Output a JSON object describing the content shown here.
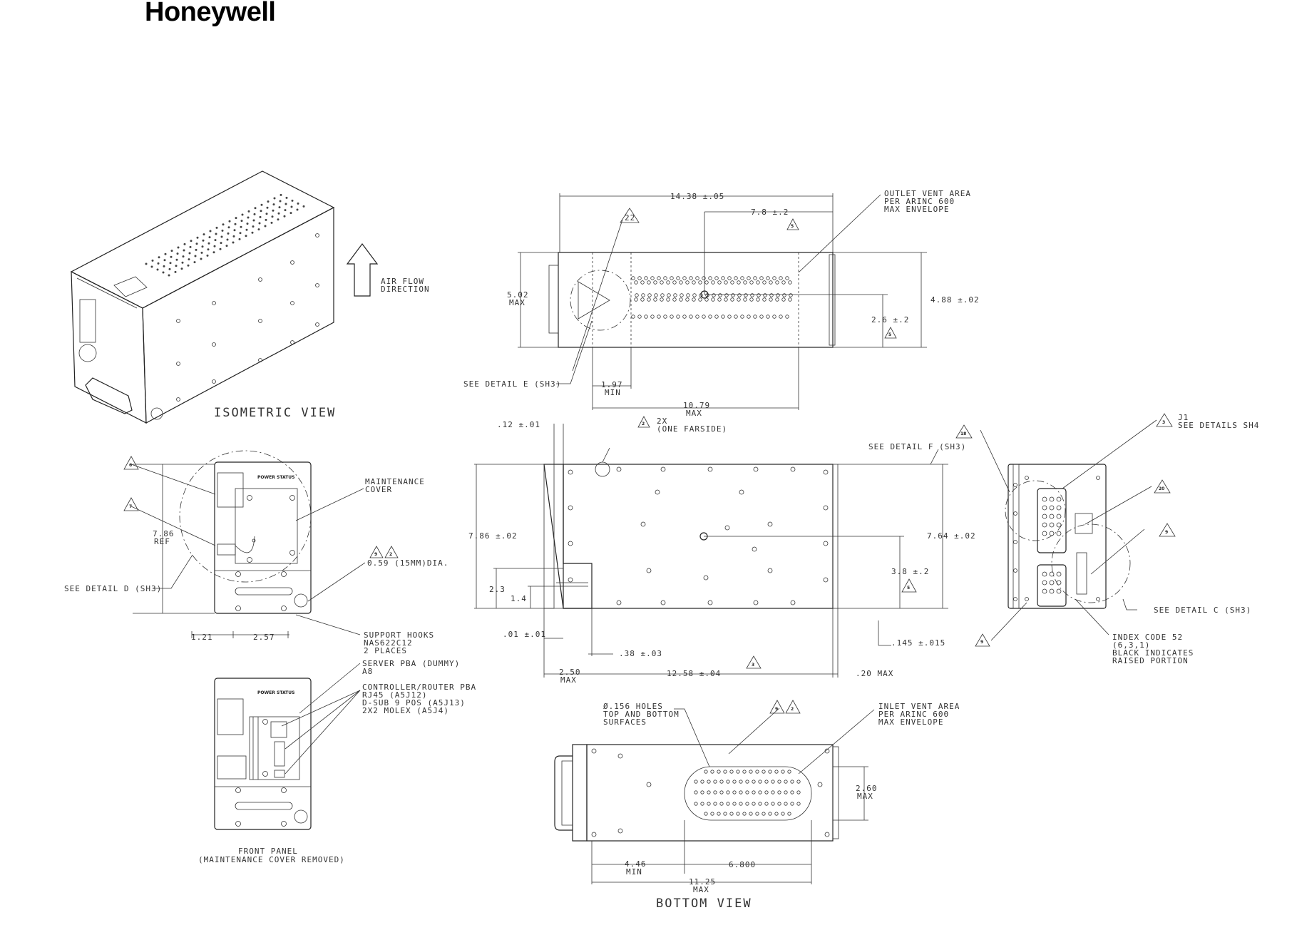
{
  "brand": "Honeywell",
  "views": {
    "isometric": "ISOMETRIC VIEW",
    "bottom": "BOTTOM VIEW",
    "front_panel_line1": "FRONT PANEL",
    "front_panel_line2": "(MAINTENANCE COVER REMOVED)"
  },
  "airflow": {
    "line1": "AIR FLOW",
    "line2": "DIRECTION"
  },
  "top_view": {
    "dim_length": "14.38 ±.05",
    "dim_vent_offset": "7.8 ±.2",
    "outlet_line1": "OUTLET VENT AREA",
    "outlet_line2": "PER ARINC 600",
    "outlet_line3": "MAX ENVELOPE",
    "dim_height_l1": "5.02",
    "dim_height_l2": "MAX",
    "dim_height_r": "4.88 ±.02",
    "dim_cg_h": "2.6 ±.2",
    "see_detail_e": "SEE DETAIL E (SH3)",
    "dim_197_l1": "1.97",
    "dim_197_l2": "MIN",
    "dim_1079_l1": "10.79",
    "dim_1079_l2": "MAX",
    "note_22": "22",
    "note_5a": "5",
    "note_5b": "5"
  },
  "side_view": {
    "dim_012": ".12 ±.01",
    "note_2x_l1": "2X",
    "note_2x_l2": "(ONE FARSIDE)",
    "see_detail_f": "SEE DETAIL F (SH3)",
    "dim_786": "7.86 ±.02",
    "dim_764": "7.64 ±.02",
    "dim_38": "3.8 ±.2",
    "dim_23": "2.3",
    "dim_14": "1.4",
    "dim_001": ".01 ±.01",
    "dim_038": ".38 ±.03",
    "dim_0145": ".145 ±.015",
    "dim_250_l1": "2.50",
    "dim_250_l2": "MAX",
    "dim_1258": "12.58 ±.04",
    "dim_020": ".20 MAX",
    "note_2": "2",
    "note_3": "3",
    "note_5": "5"
  },
  "front_view": {
    "note_6": "6",
    "note_7": "7",
    "dim_786_l1": "7.86",
    "dim_786_l2": "REF",
    "see_detail_d": "SEE DETAIL D (SH3)",
    "maint_l1": "MAINTENANCE",
    "maint_l2": "COVER",
    "hole_note": "0.59 (15MM)DIA.",
    "note_9": "9",
    "note_2": "2",
    "support_l1": "SUPPORT HOOKS",
    "support_l2": "NAS622C12",
    "support_l3": "2 PLACES",
    "dim_121": "1.21",
    "dim_257": "2.57",
    "power": "POWER",
    "status": "STATUS"
  },
  "front_panel_removed": {
    "server_l1": "SERVER PBA (DUMMY)",
    "server_l2": "A8",
    "ctrl_l1": "CONTROLLER/ROUTER PBA",
    "ctrl_l2": "RJ45 (A5J12)",
    "ctrl_l3": "D-SUB 9 POS (A5J13)",
    "ctrl_l4": "2X2 MOLEX (A5J4)",
    "power": "POWER",
    "status": "STATUS"
  },
  "rear_view": {
    "note_18": "18",
    "note_3": "3",
    "j1": "J1",
    "see_sh4": "SEE DETAILS SH4",
    "note_20": "20",
    "note_9a": "9",
    "note_9b": "9",
    "see_detail_c": "SEE DETAIL C (SH3)",
    "index_l1": "INDEX CODE 52",
    "index_l2": "(6,3,1)",
    "index_l3": "BLACK INDICATES",
    "index_l4": "RAISED PORTION"
  },
  "bottom_view": {
    "holes_l1": "Ø.156 HOLES",
    "holes_l2": "TOP AND BOTTOM",
    "holes_l3": "SURFACES",
    "note_9": "9",
    "note_2": "2",
    "inlet_l1": "INLET VENT AREA",
    "inlet_l2": "PER ARINC 600",
    "inlet_l3": "MAX ENVELOPE",
    "dim_260_l1": "2.60",
    "dim_260_l2": "MAX",
    "dim_446_l1": "4.46",
    "dim_446_l2": "MIN",
    "dim_6800": "6.800",
    "dim_1125_l1": "11.25",
    "dim_1125_l2": "MAX"
  }
}
